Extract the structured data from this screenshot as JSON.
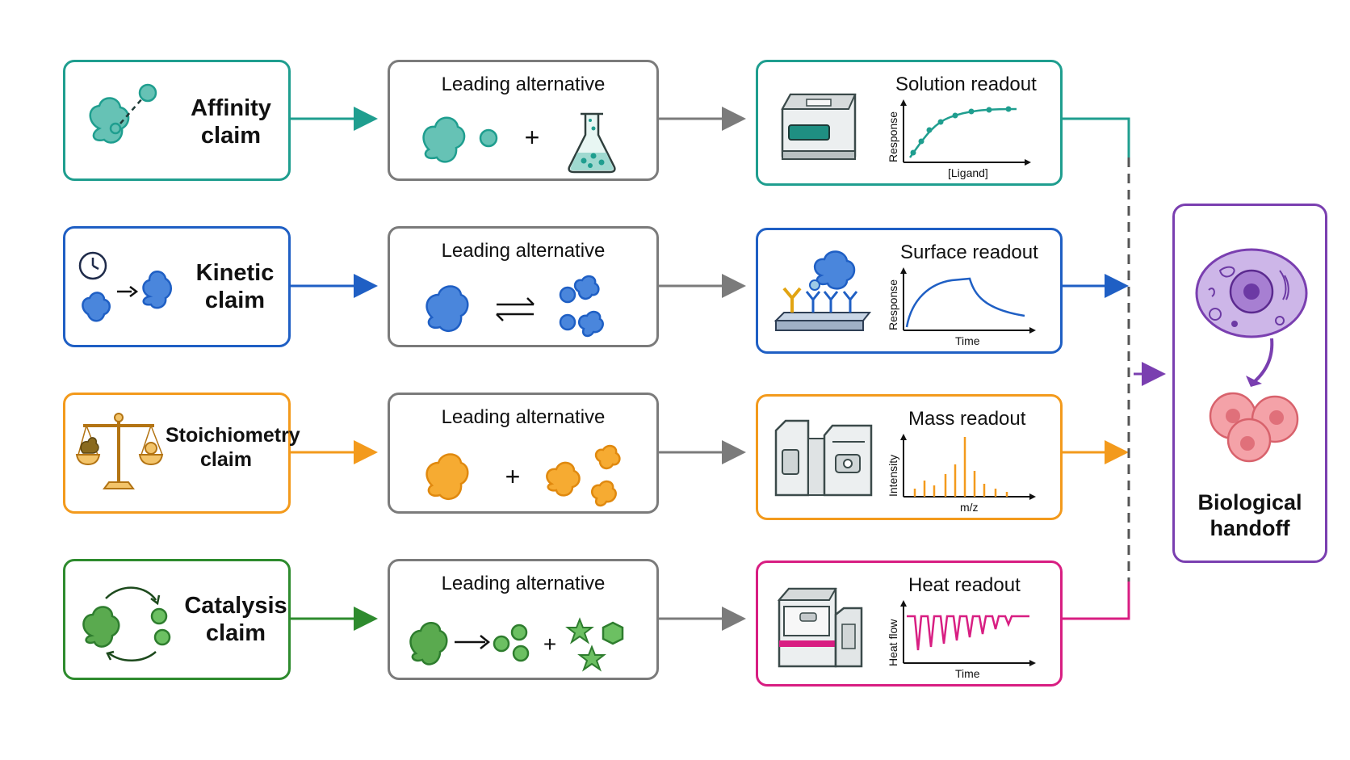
{
  "colors": {
    "affinity": "#1f9e8f",
    "kinetic": "#1f5fc4",
    "stoichiometry": "#f39a1c",
    "catalysis": "#2e8b2e",
    "heat": "#d81e82",
    "handoff": "#7a3fb0",
    "neutral": "#7b7b7b"
  },
  "rows": [
    {
      "claim": "Affinity claim",
      "claim_lines": [
        "Affinity",
        "claim"
      ],
      "alternative": "Leading alternative",
      "readout": "Solution readout",
      "y_axis": "Response",
      "x_axis": "[Ligand]",
      "icons": {
        "claim": "bound-ligand-icon",
        "alternative": "protein-plus-flask-icon",
        "instrument": "solution-instrument-icon"
      }
    },
    {
      "claim": "Kinetic claim",
      "claim_lines": [
        "Kinetic",
        "claim"
      ],
      "alternative": "Leading alternative",
      "readout": "Surface readout",
      "y_axis": "Response",
      "x_axis": "Time",
      "icons": {
        "claim": "clock-binding-icon",
        "alternative": "equilibrium-icon",
        "instrument": "surface-sensor-icon"
      }
    },
    {
      "claim": "Stoichiometry claim",
      "claim_lines": [
        "Stoichiometry",
        "claim"
      ],
      "alternative": "Leading alternative",
      "readout": "Mass readout",
      "y_axis": "Intensity",
      "x_axis": "m/z",
      "icons": {
        "claim": "balance-scale-icon",
        "alternative": "aggregate-plus-icon",
        "instrument": "mass-spectrometer-icon"
      }
    },
    {
      "claim": "Catalysis claim",
      "claim_lines": [
        "Catalysis",
        "claim"
      ],
      "alternative": "Leading alternative",
      "readout": "Heat readout",
      "y_axis": "Heat flow",
      "x_axis": "Time",
      "icons": {
        "claim": "catalytic-cycle-icon",
        "alternative": "conversion-products-icon",
        "instrument": "calorimeter-icon"
      }
    }
  ],
  "handoff": {
    "label_lines": [
      "Biological",
      "handoff"
    ],
    "icons": [
      "cell-icon",
      "cells-icon"
    ]
  }
}
